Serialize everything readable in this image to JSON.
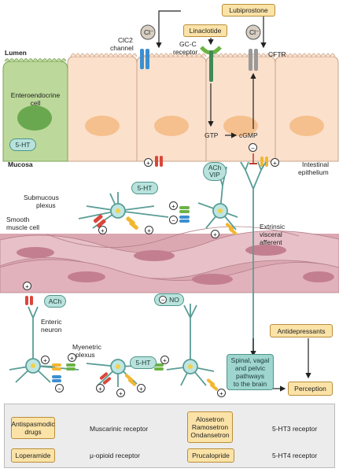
{
  "drugs": {
    "lubiprostone": "Lubiprostone",
    "linaclotide": "Linaclotide",
    "antidepressants": "Antidepressants"
  },
  "labels": {
    "lumen": "Lumen",
    "mucosa": "Mucosa",
    "enteroendocrine": "Enteroendocrine cell",
    "serotonin": "5-HT",
    "clc2_line1": "ClC2",
    "clc2_line2": "channel",
    "gcc_line1": "GC-C",
    "gcc_line2": "receptor",
    "chloride": "Cl⁻",
    "cftr": "CFTR",
    "gtp": "GTP",
    "cgmp": "cGMP",
    "epithelium_line1": "Intestinal",
    "epithelium_line2": "epithelium",
    "ach_vip_1": "ACh",
    "ach_vip_2": "VIP",
    "submucous_1": "Submucous",
    "submucous_2": "plexus",
    "smooth_1": "Smooth",
    "smooth_2": "muscle cell",
    "extrinsic_1": "Extrinsic",
    "extrinsic_2": "visceral",
    "extrinsic_3": "afferent",
    "ach": "ACh",
    "no": "NO",
    "enteric_1": "Enteric",
    "enteric_2": "neuron",
    "myenteric_1": "Myenetric",
    "myenteric_2": "plexus",
    "pathways_1": "Spinal, vagal",
    "pathways_2": "and pelvic",
    "pathways_3": "pathways",
    "pathways_4": "to the brain",
    "perception": "Perception",
    "plus": "+",
    "minus": "−"
  },
  "legend": {
    "antispasmodic_1": "Antispasmodic",
    "antispasmodic_2": "drugs",
    "muscarinic": "Muscarinic receptor",
    "alosetron": "Alosetron",
    "ramosetron": "Ramosetron",
    "ondansetron": "Ondansetron",
    "ht3": "5-HT3 receptor",
    "loperamide": "Loperamide",
    "opioid": "μ-opioid receptor",
    "prucalopride": "Prucalopride",
    "ht4": "5-HT4 receptor"
  },
  "colors": {
    "muscarinic": "#d9473a",
    "opioid": "#3a8fd1",
    "ht3": "#f2b731",
    "ht4": "#6bb345",
    "epithelium": "#fbe0cc",
    "enteroendocrine": "#bcd89a",
    "muscle": "#e7c0c8",
    "neuron": "#bfe6e2"
  }
}
